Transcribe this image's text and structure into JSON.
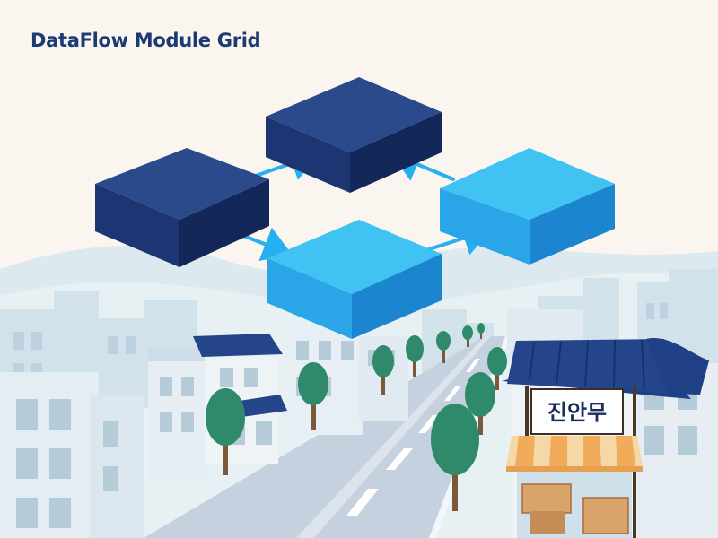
{
  "header": {
    "title": "DataFlow Module Grid"
  },
  "diagram": {
    "modules": [
      {
        "id": "module-top",
        "shade": "dark"
      },
      {
        "id": "module-left",
        "shade": "dark"
      },
      {
        "id": "module-right",
        "shade": "light"
      },
      {
        "id": "module-bottom",
        "shade": "light"
      }
    ],
    "arrows": [
      {
        "from": "module-left",
        "to": "module-top"
      },
      {
        "from": "module-right",
        "to": "module-top"
      },
      {
        "from": "module-left",
        "to": "module-bottom"
      },
      {
        "from": "module-bottom",
        "to": "module-right"
      }
    ]
  },
  "scene": {
    "shop_sign": "진안무"
  },
  "colors": {
    "dark_top": "#2b4a8c",
    "dark_front": "#1d3572",
    "dark_side": "#142759",
    "light_top": "#40c2f3",
    "light_front": "#2aa6e8",
    "light_side": "#1c85cf",
    "arrow": "#27b0ef",
    "background": "#faf5ee",
    "title": "#1c3a73"
  }
}
